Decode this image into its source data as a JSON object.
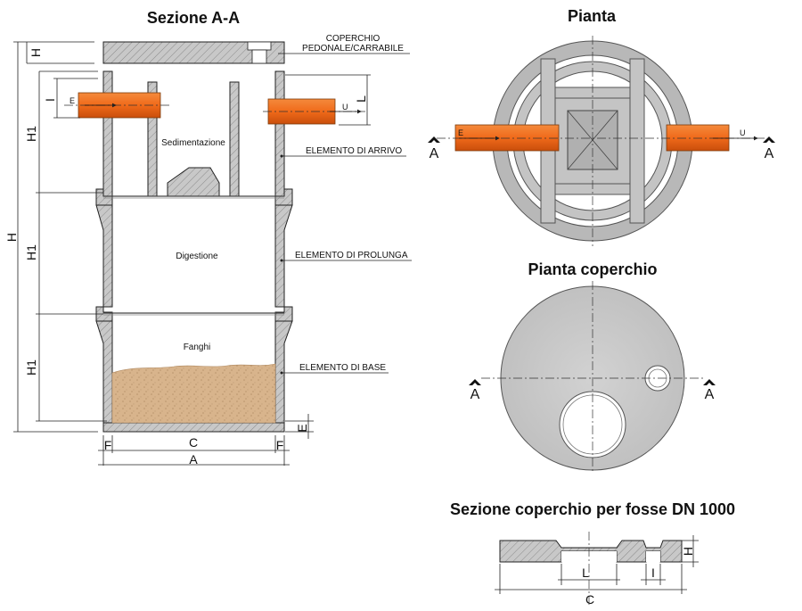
{
  "titles": {
    "section": "Sezione A-A",
    "plan": "Pianta",
    "lid_plan": "Pianta coperchio",
    "lid_section": "Sezione coperchio per fosse DN 1000"
  },
  "zones": {
    "sedimentation": "Sedimentazione",
    "digestion": "Digestione",
    "sludge": "Fanghi"
  },
  "callouts": {
    "cover_line1": "COPERCHIO",
    "cover_line2": "PEDONALE/CARRABILE",
    "inlet_element": "ELEMENTO DI ARRIVO",
    "extension_element": "ELEMENTO DI PROLUNGA",
    "base_element": "ELEMENTO DI BASE"
  },
  "dimensions": {
    "H": "H",
    "H1": "H1",
    "I": "I",
    "L": "L",
    "E": "E",
    "F": "F",
    "C": "C",
    "A": "A"
  },
  "flow": {
    "inlet": "E",
    "outlet": "U"
  },
  "section_marker": "A",
  "colors": {
    "concrete": "#c9c9c9",
    "concrete_dark": "#8e8e8e",
    "pipe": "#f06a1a",
    "sand": "#d8b48c"
  }
}
